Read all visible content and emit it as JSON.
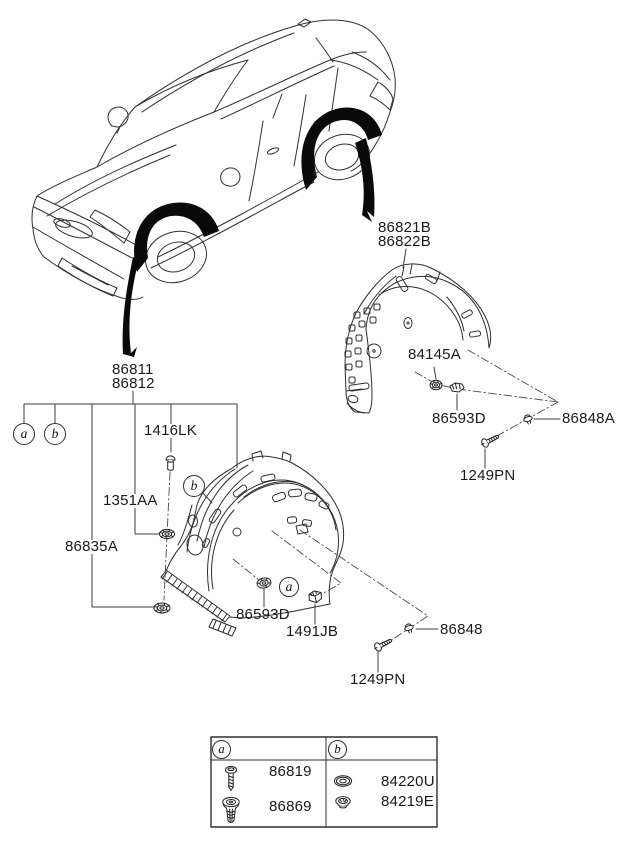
{
  "callouts": {
    "rear_guard_upper": "86821B",
    "rear_guard_lower": "86822B",
    "rear_nut": "84145A",
    "rear_grommet": "86593D",
    "rear_clip": "86848A",
    "rear_screw": "1249PN",
    "front_guard_upper": "86811",
    "front_guard_lower": "86812",
    "front_rivet": "1416LK",
    "front_washer": "1351AA",
    "front_strip": "86835A",
    "front_grommet": "86593D",
    "front_clip_nut": "1491JB",
    "front_clip": "86848",
    "front_screw": "1249PN"
  },
  "markers": {
    "a": "a",
    "b": "b"
  },
  "legend": {
    "section_a": {
      "marker": "a",
      "items": [
        {
          "part_no": "86819",
          "icon": "screw-icon"
        },
        {
          "part_no": "86869",
          "icon": "anchor-nut-icon"
        }
      ]
    },
    "section_b": {
      "marker": "b",
      "items": [
        {
          "part_no": "84220U",
          "icon": "washer-icon"
        },
        {
          "part_no": "84219E",
          "icon": "grommet-icon"
        }
      ]
    }
  },
  "colors": {
    "line": "#2f2f2f",
    "text": "#1a1a1a",
    "highlight": "#000000",
    "background": "#ffffff"
  }
}
